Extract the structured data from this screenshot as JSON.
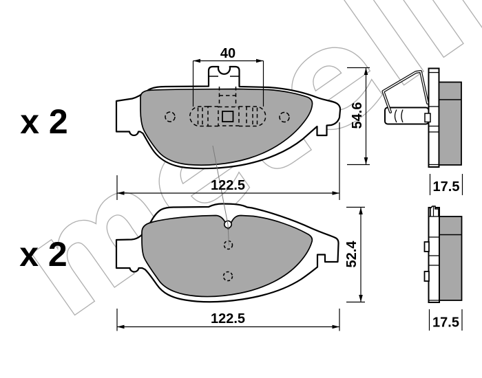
{
  "drawing": {
    "watermark_text": "metelli",
    "sets": [
      {
        "quantity": "x 2",
        "width_mm": "122.5",
        "height_mm": "54.6",
        "tab_width_mm": "40",
        "thickness_mm": "17.5"
      },
      {
        "quantity": "x 2",
        "width_mm": "122.5",
        "height_mm": "52.4",
        "thickness_mm": "17.5"
      }
    ],
    "colors": {
      "pad_fill": "#a8a8a8",
      "outline": "#000000",
      "watermark": "#b0b0b0",
      "background": "#ffffff"
    }
  }
}
